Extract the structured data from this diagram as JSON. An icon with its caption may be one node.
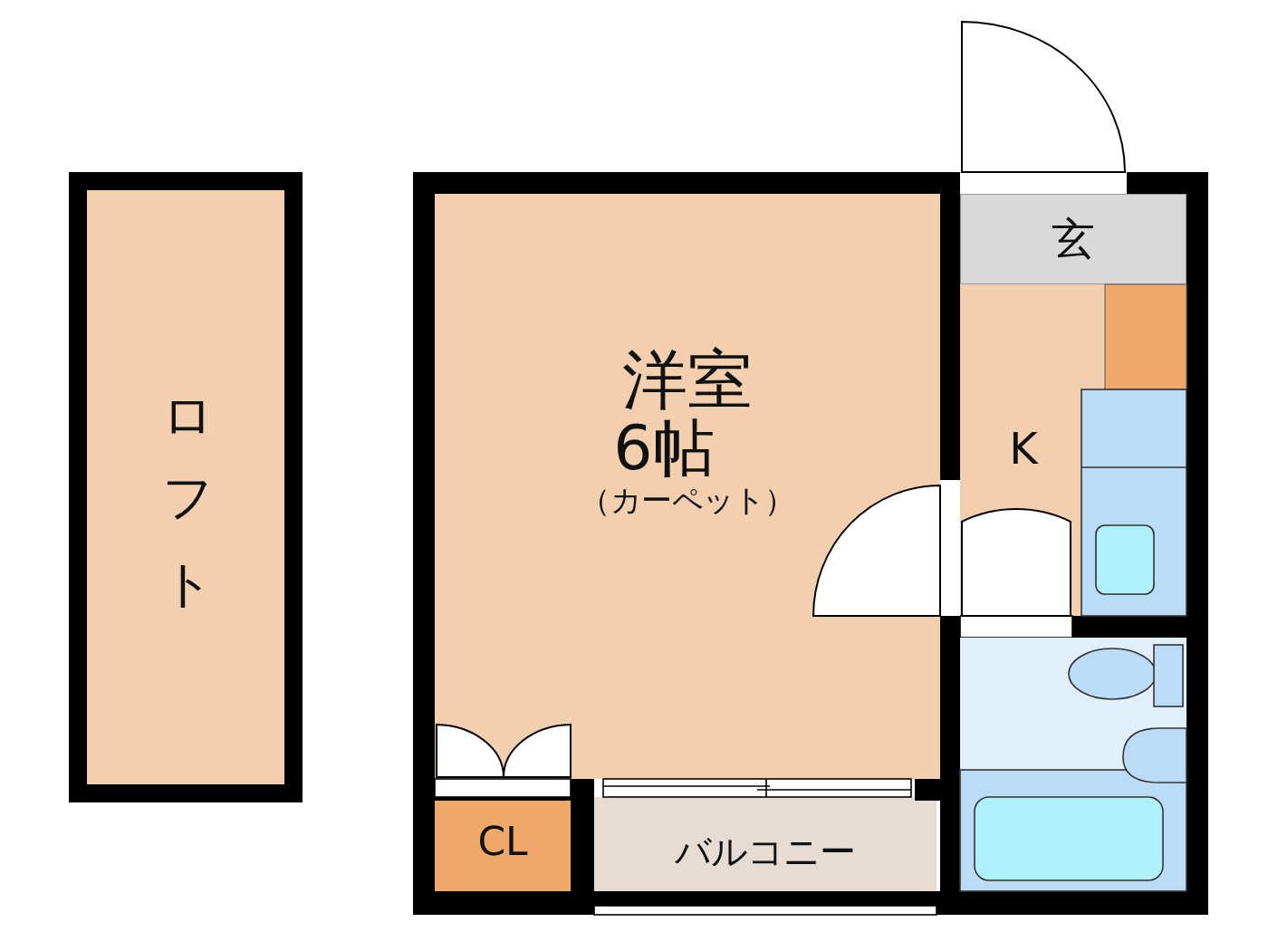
{
  "diagram": {
    "nodes": [
      {
        "text": [
          "ロフト"
        ]
      },
      {
        "text": [
          "洋室",
          "6帖",
          "（カーペット）"
        ]
      },
      {
        "text": [
          "玄"
        ]
      },
      {
        "text": [
          "K"
        ]
      },
      {
        "text": [
          "CL"
        ]
      },
      {
        "text": [
          "バルコニー"
        ]
      }
    ]
  }
}
